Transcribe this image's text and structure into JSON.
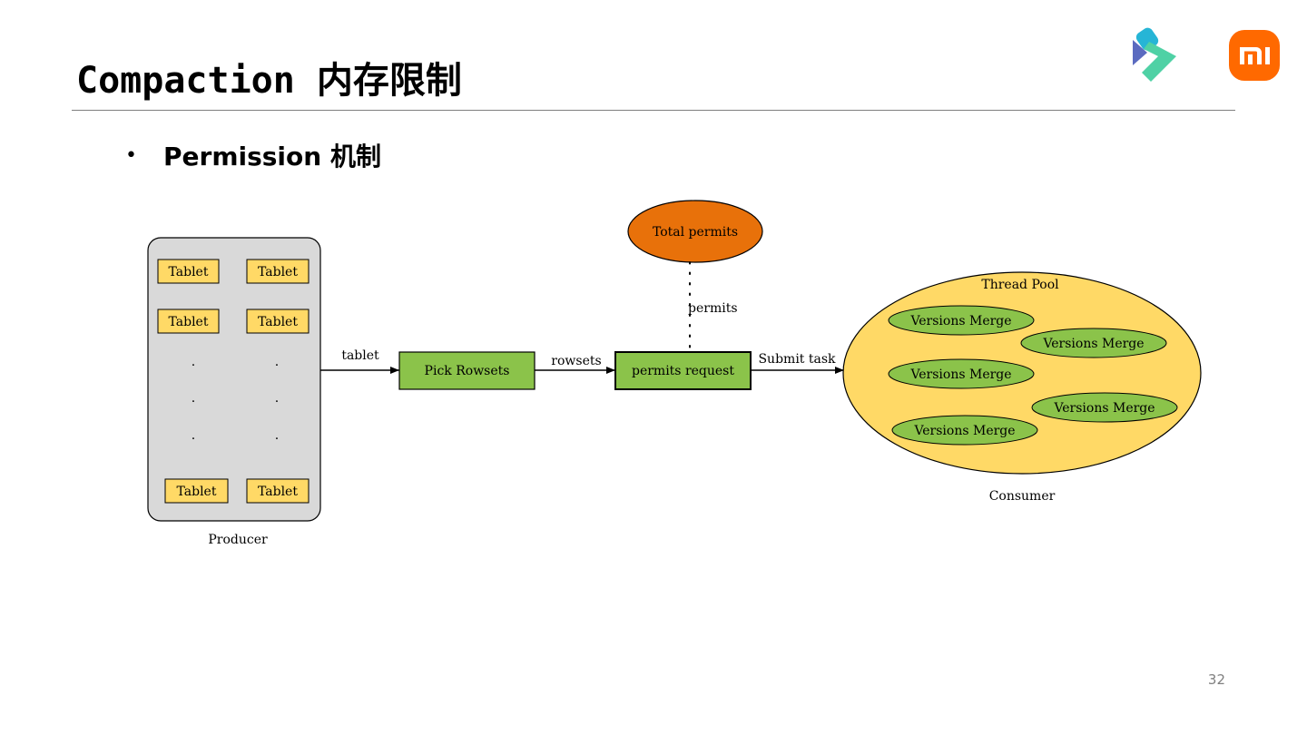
{
  "slide": {
    "title": "Compaction 内存限制",
    "bullet": "Permission 机制",
    "page_number": "32"
  },
  "diagram": {
    "producer": {
      "label": "Producer",
      "tablets": [
        "Tablet",
        "Tablet",
        "Tablet",
        "Tablet",
        "Tablet",
        "Tablet"
      ],
      "ellipsis": [
        ".",
        ".",
        ".",
        ".",
        ".",
        "."
      ]
    },
    "arrow_tablet": "tablet",
    "pick_rowsets": "Pick Rowsets",
    "arrow_rowsets": "rowsets",
    "permits_request": "permits request",
    "total_permits": "Total permits",
    "permits_link": "permits",
    "submit_task": "Submit task",
    "consumer": {
      "label": "Consumer",
      "pool_title": "Thread Pool",
      "workers": [
        "Versions Merge",
        "Versions Merge",
        "Versions Merge",
        "Versions Merge",
        "Versions Merge"
      ]
    }
  },
  "colors": {
    "tablet_fill": "#ffd966",
    "producer_fill": "#d9d9d9",
    "task_fill": "#8bc34a",
    "total_permits_fill": "#e8710a",
    "thread_pool_fill": "#ffd966",
    "xiaomi_orange": "#ff6900"
  },
  "icons": [
    "doris-logo",
    "xiaomi-logo"
  ]
}
